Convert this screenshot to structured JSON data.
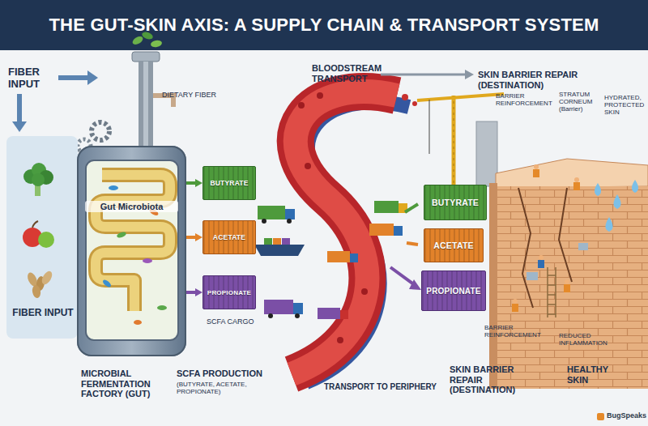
{
  "diagram": {
    "title": "THE GUT-SKIN AXIS: A SUPPLY CHAIN & TRANSPORT SYSTEM",
    "nodes": [
      {
        "text": [
          "Gut Microbiota"
        ]
      },
      {
        "text": [
          "BUTYRATE"
        ]
      },
      {
        "text": [
          "ACETATE"
        ]
      },
      {
        "text": [
          "PROPIONATE"
        ]
      },
      {
        "text": [
          "BUTYRATE"
        ]
      },
      {
        "text": [
          "ACETATE"
        ]
      },
      {
        "text": [
          "PROPIONATE"
        ]
      }
    ],
    "edges": [
      {
        "from": 0,
        "to": 1,
        "arrow": "to"
      },
      {
        "from": 0,
        "to": 2,
        "arrow": "to"
      },
      {
        "from": 0,
        "to": 3,
        "arrow": "to"
      }
    ],
    "labels": [
      "FIBER INPUT",
      "DIETARY FIBER",
      "FIBER INPUT",
      "SCFA CARGO",
      "MICROBIAL FERMENTATION FACTORY (GUT)",
      "SCFA PRODUCTION",
      "(BUTYRATE, ACETATE, PROPIONATE)",
      "BLOODSTREAM TRANSPORT",
      "TRANSPORT TO PERIPHERY",
      "SKIN BARRIER REPAIR (DESTINATION)",
      "BARRIER REINFORCEMENT",
      "STRATUM CORNEUM (Barrier)",
      "HYDRATED, PROTECTED SKIN",
      "BARRIER REINFORCEMENT",
      "REDUCED INFLAMMATION",
      "SKIN BARRIER REPAIR (DESTINATION)",
      "HEALTHY SKIN",
      "BugSpeaks"
    ]
  }
}
